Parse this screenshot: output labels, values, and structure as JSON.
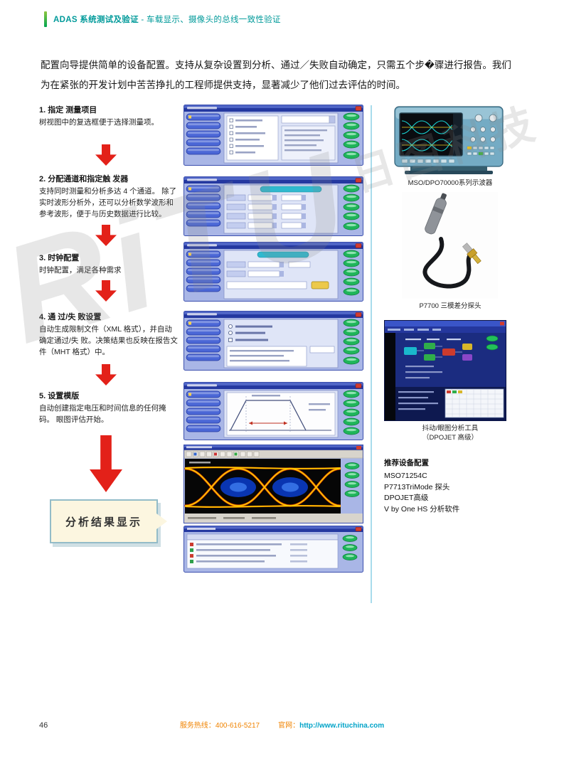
{
  "header": {
    "product": "ADAS 系统测试及验证",
    "subtitle": " - 车载显示、摄像头的总线一致性验证"
  },
  "intro": {
    "line1": "配置向导提供简单的设备配置。支持从复杂设置到分析、通过／失败自动确定，只需五个步�骤进行报告。我们",
    "line2": "为在紧张的开发计划中苦苦挣扎的工程师提供支持，显著减少了他们过去评估的时间。"
  },
  "steps": [
    {
      "title": "1. 指定 测量项目",
      "body": "树视图中的复选框便于选择测量项。"
    },
    {
      "title": "2. 分配通道和指定触 发器",
      "body": "支持同时测量和分析多达 4 个通道。 除了实时波形分析外，还可以分析数学波形和参考波形，便于与历史数据进行比较。"
    },
    {
      "title": "3. 时钟配置",
      "body": "时钟配置，满足各种需求"
    },
    {
      "title": "4. 通 过/失 败设置",
      "body": "自动生成限制文件（XML 格式），并自动确定通过/失 败。决策结果也反映在报告文件（MHT 格式）中。"
    },
    {
      "title": "5. 设置模版",
      "body": "自动创建指定电压和时间信息的任何掩码。 眼图评估开始。"
    }
  ],
  "result_label": "分析结果显示",
  "right": {
    "scope_caption": "MSO/DPO70000系列示波器",
    "probe_caption": "P7700 三模差分探头",
    "tool_caption_line1": "抖动/眼图分析工具",
    "tool_caption_line2": "（DPOJET 高级）",
    "recommend": {
      "title": "推荐设备配置",
      "items": [
        "MSO71254C",
        "P7713TriMode 探头",
        "DPOJET高级",
        "V by One HS 分析软件"
      ]
    }
  },
  "watermark": {
    "main": "RiTU",
    "sub": "日图科技"
  },
  "footer": {
    "page_number": "46",
    "hotline_label": "服务热线：",
    "hotline_value": "400-616-5217",
    "site_label": "官网：",
    "site_url": "http://www.rituchina.com"
  },
  "colors": {
    "accent_teal": "#009a9a",
    "arrow_red": "#e32119",
    "footer_orange": "#f08300",
    "footer_link": "#00a3c8",
    "divider_blue": "#a8dcec"
  }
}
